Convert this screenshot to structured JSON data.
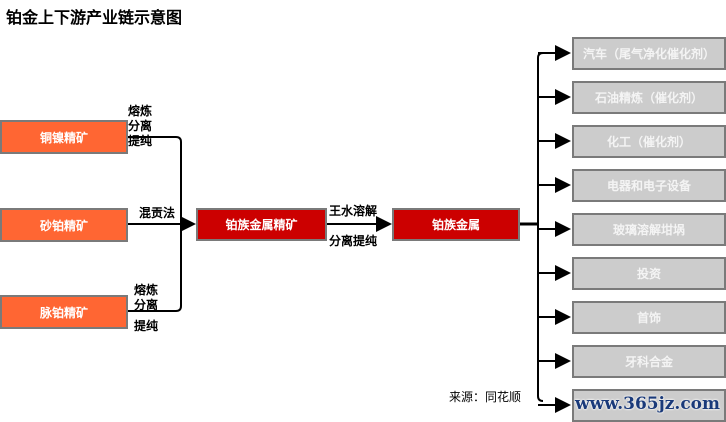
{
  "title": "铂金上下游产业链示意图",
  "sources": [
    {
      "label": "铜镍精矿",
      "process": [
        "熔炼",
        "分离",
        "提纯"
      ]
    },
    {
      "label": "砂铂精矿",
      "process": [
        "混贡法"
      ]
    },
    {
      "label": "脉铂精矿",
      "process": [
        "熔炼",
        "分离",
        "提纯"
      ]
    }
  ],
  "concentrate": "铂族金属精矿",
  "refine_process": [
    "王水溶解",
    "分离提纯"
  ],
  "metal": "铂族金属",
  "applications": [
    "汽车（尾气净化催化剂）",
    "石油精炼（催化剂）",
    "化工（催化剂）",
    "电器和电子设备",
    "玻璃溶解坩埚",
    "投资",
    "首饰",
    "牙科合金",
    ""
  ],
  "source_note": "来源：同花顺",
  "watermark": "www.365jz.com",
  "colors": {
    "orange": "#ff6633",
    "red": "#cc0000",
    "gray": "#cccccc"
  }
}
